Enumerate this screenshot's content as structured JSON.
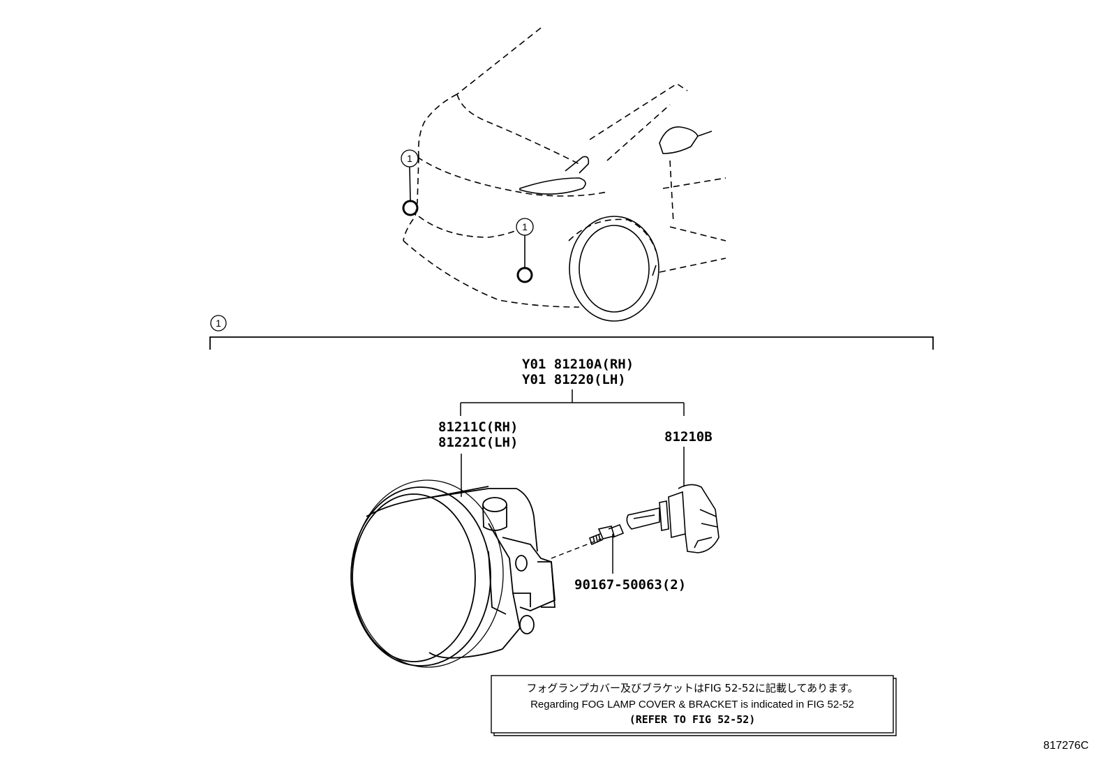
{
  "callout_number": "1",
  "section_marker": "1",
  "labels": {
    "assembly_rh": "Y01 81210A(RH)",
    "assembly_lh": "Y01 81220(LH)",
    "unit_rh": "81211C(RH)",
    "unit_lh": "81221C(LH)",
    "bulb": "81210B",
    "screw": "90167-50063(2)"
  },
  "note": {
    "japanese": "フォグランプカバー及びブラケットはFIG 52-52に記載してあります。",
    "english": "Regarding FOG LAMP COVER & BRACKET is indicated in FIG 52-52",
    "reference": "(REFER TO FIG 52-52)"
  },
  "figure_number": "817276C"
}
